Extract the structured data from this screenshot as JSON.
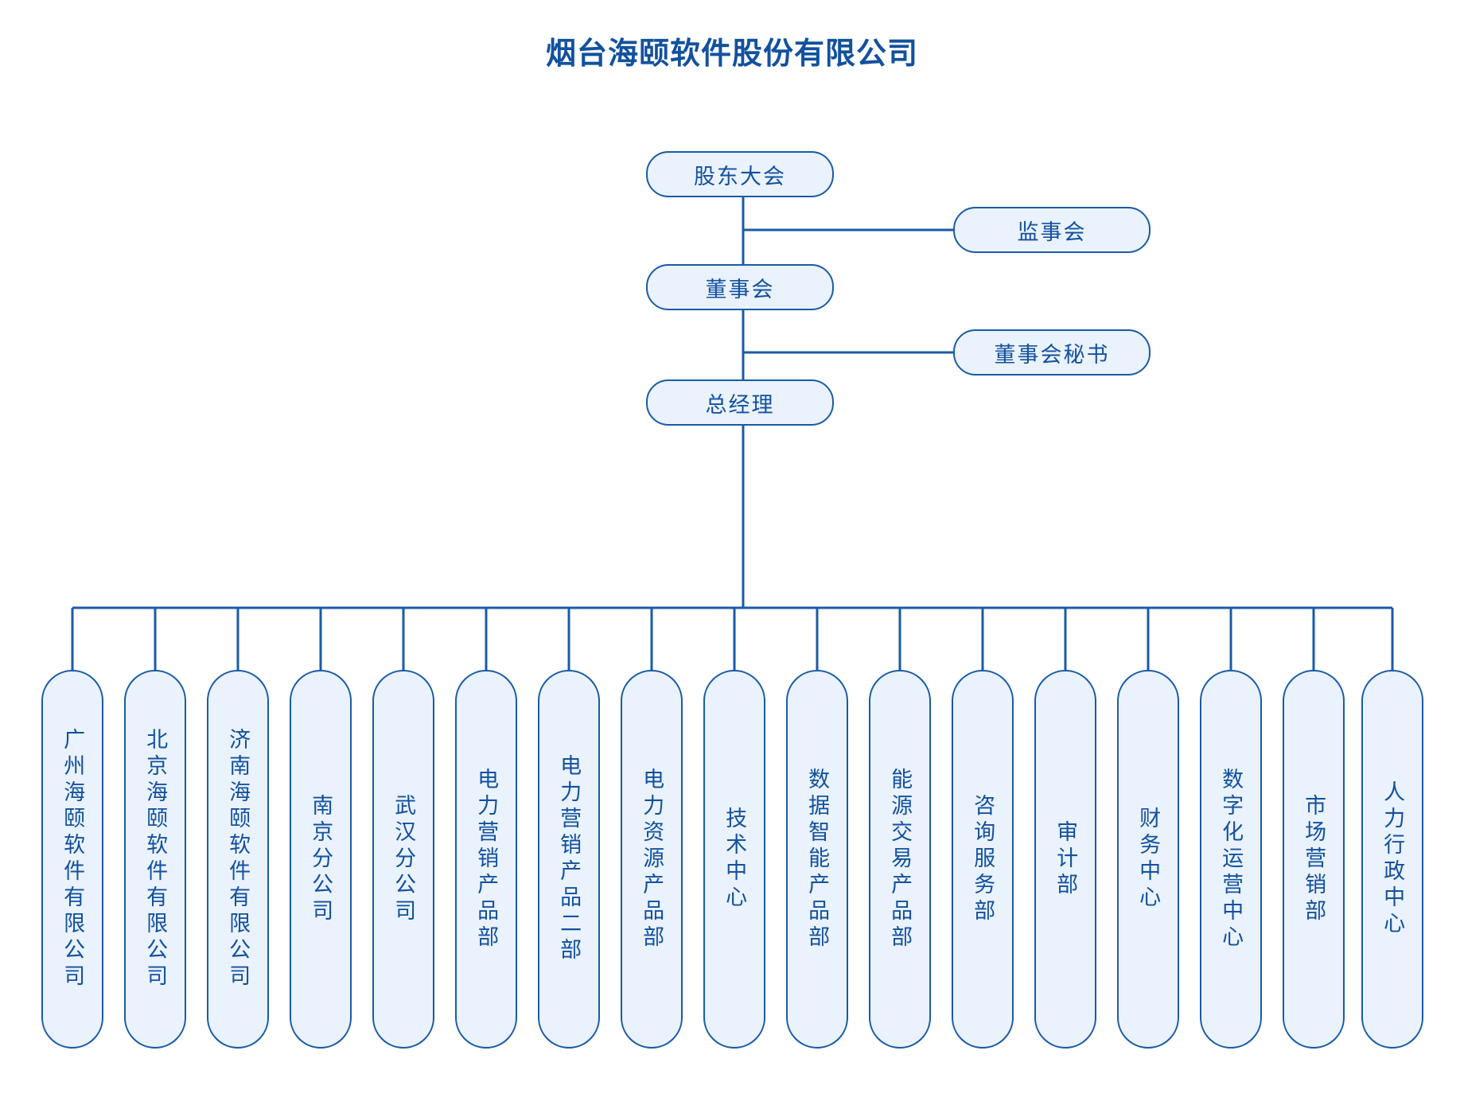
{
  "title": "烟台海颐软件股份有限公司",
  "colors": {
    "text": "#12519e",
    "border": "#1a5ba6",
    "fill": "#eaf2fd",
    "background": "#ffffff"
  },
  "hierarchy": {
    "shareholders": "股东大会",
    "supervisors": "监事会",
    "board": "董事会",
    "board_secretary": "董事会秘书",
    "general_manager": "总经理"
  },
  "departments": [
    {
      "label": "广州海颐软件有限公司"
    },
    {
      "label": "北京海颐软件有限公司"
    },
    {
      "label": "济南海颐软件有限公司"
    },
    {
      "label": "南京分公司"
    },
    {
      "label": "武汉分公司"
    },
    {
      "label": "电力营销产品部"
    },
    {
      "label": "电力营销产品二部"
    },
    {
      "label": "电力资源产品部"
    },
    {
      "label": "技术中心"
    },
    {
      "label": "数据智能产品部"
    },
    {
      "label": "能源交易产品部"
    },
    {
      "label": "咨询服务部"
    },
    {
      "label": "审计部"
    },
    {
      "label": "财务中心"
    },
    {
      "label": "数字化运营中心"
    },
    {
      "label": "市场营销部"
    },
    {
      "label": "人力行政中心"
    }
  ]
}
